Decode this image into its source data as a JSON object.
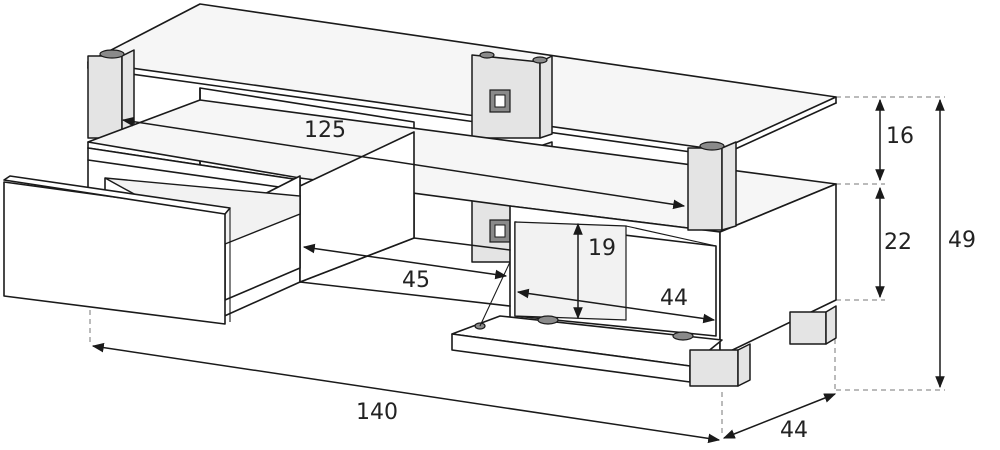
{
  "dimensions": {
    "overall_width": "140",
    "overall_depth": "44",
    "overall_height": "49",
    "glass_to_body_height": "16",
    "body_height": "22",
    "glass_shelf_width": "125",
    "drawer_width": "45",
    "compartment_width": "44",
    "compartment_height": "19"
  }
}
